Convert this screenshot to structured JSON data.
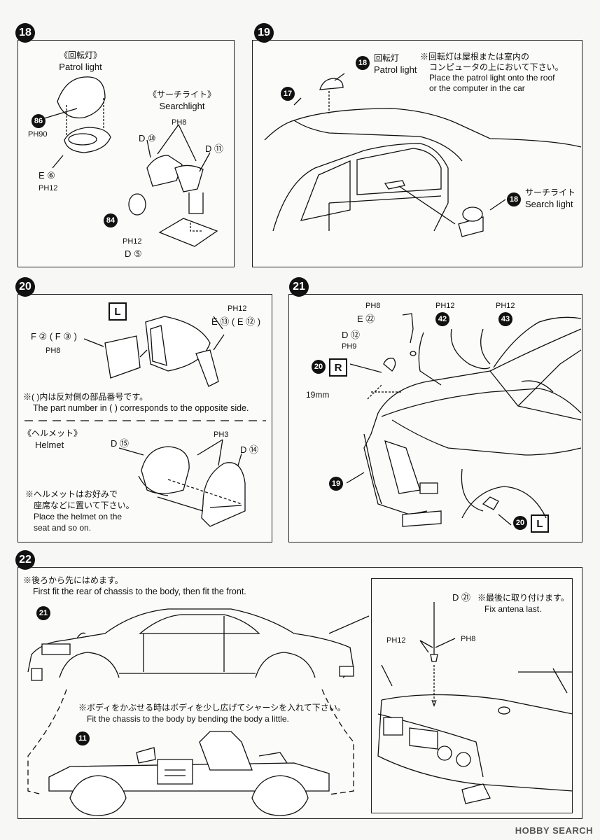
{
  "s18": {
    "num": "18",
    "patrol_jp": "《回転灯》",
    "patrol_en": "Patrol light",
    "search_jp": "《サーチライト》",
    "search_en": "Searchlight",
    "p86": "86",
    "ph90": "PH90",
    "e6": "E ⑥",
    "ph12a": "PH12",
    "d10": "D ⑩",
    "ph8": "PH8",
    "d11": "D ⑪",
    "p84": "84",
    "ph12b": "PH12",
    "d5": "D ⑤"
  },
  "s19": {
    "num": "19",
    "b18a": "18",
    "lamp_jp": "回転灯",
    "lamp_en": "Patrol light",
    "note1": "※回転灯は屋根または室内の",
    "note2": "コンピュータの上において下さい。",
    "note3": "Place the patrol light onto the roof",
    "note4": "or the computer in the car",
    "b17": "17",
    "b18b": "18",
    "search_jp": "サーチライト",
    "search_en": "Search light"
  },
  "s20": {
    "num": "20",
    "L": "L",
    "ph12": "PH12",
    "e13": "E ⑬ ( E ⑫ )",
    "f2": "F ② ( F ③ )",
    "ph8": "PH8",
    "note1": "※(  )内は反対側の部品番号です。",
    "note2": "The part number in (  ) corresponds to the opposite side.",
    "helmet_jp": "《ヘルメット》",
    "helmet_en": "Helmet",
    "d15": "D ⑮",
    "ph3": "PH3",
    "d14": "D ⑭",
    "hnote1": "※ヘルメットはお好みで",
    "hnote2": "座席などに置いて下さい。",
    "hnote3": "Place the helmet on the",
    "hnote4": "seat and so on."
  },
  "s21": {
    "num": "21",
    "ph8": "PH8",
    "e22": "E ㉒",
    "ph12a": "PH12",
    "p42": "42",
    "ph12b": "PH12",
    "p43": "43",
    "d12": "D ⑫",
    "ph9": "PH9",
    "b20": "20",
    "R": "R",
    "mm": "19mm",
    "b19": "19",
    "b20b": "20",
    "L": "L"
  },
  "s22": {
    "num": "22",
    "note1": "※後ろから先にはめます。",
    "note2": "First fit the rear of chassis to the body, then fit the front.",
    "b21": "21",
    "mid1": "※ボディをかぶせる時はボディを少し広げてシャーシを入れて下さい。",
    "mid2": "Fit the chassis to the body by bending the body a little.",
    "b11": "11",
    "d21": "D ㉑",
    "last_jp": "※最後に取り付けます。",
    "last_en": "Fix antena last.",
    "ph12": "PH12",
    "ph8": "PH8"
  },
  "watermark": "HOBBY SEARCH"
}
